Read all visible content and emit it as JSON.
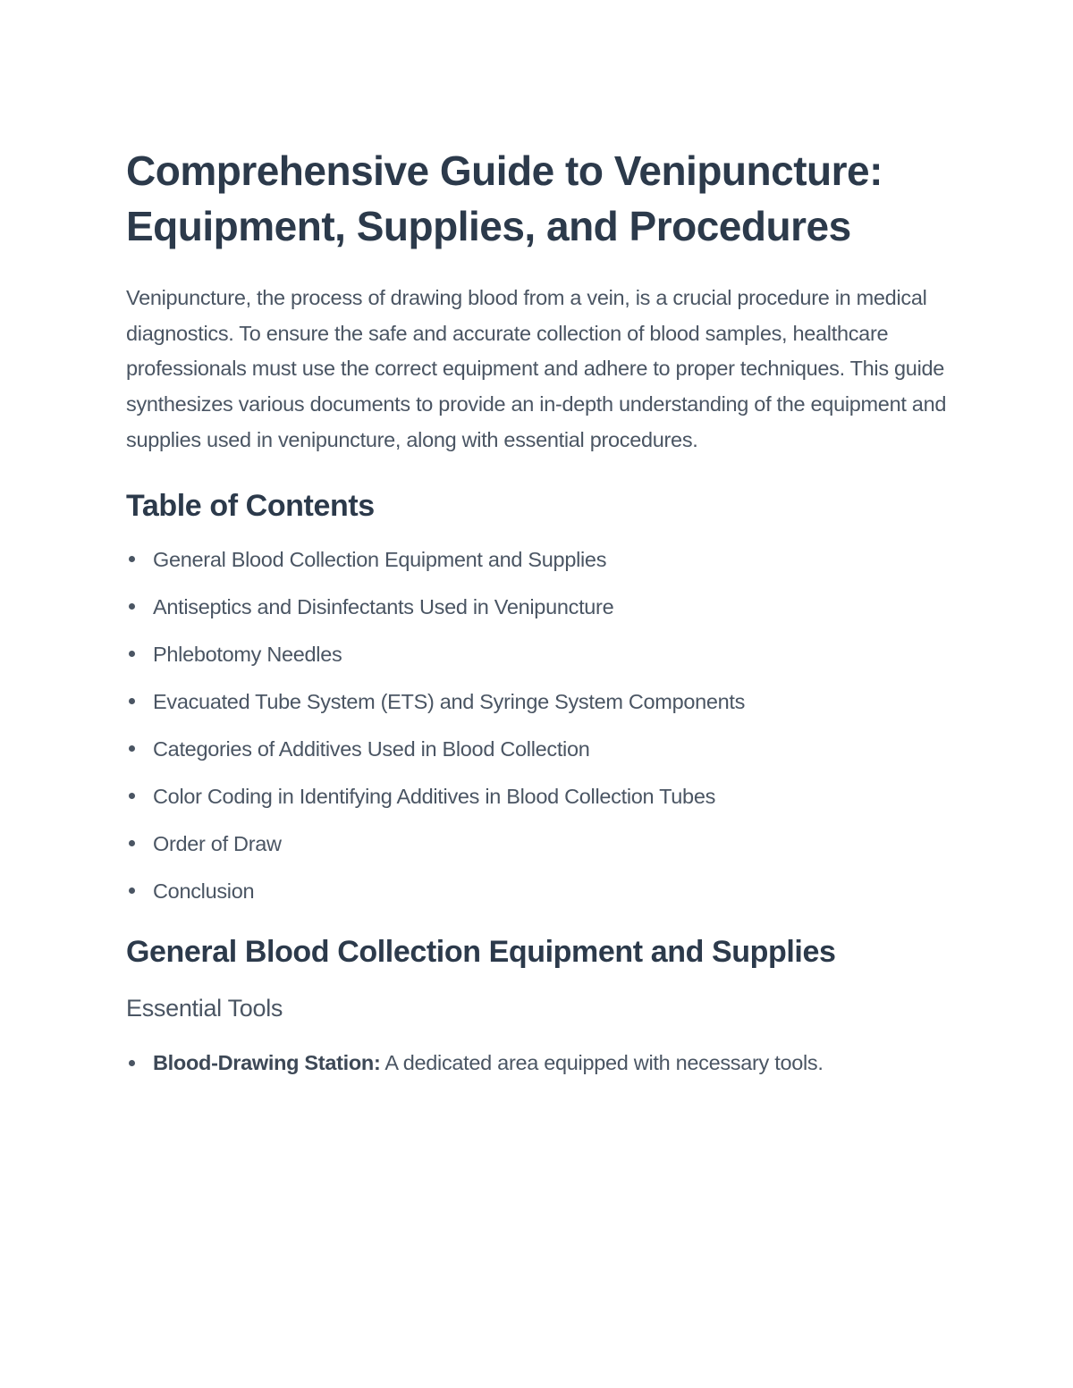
{
  "document": {
    "title_line1": "Comprehensive Guide to Venipuncture:",
    "title_line2": "Equipment, Supplies, and Procedures",
    "intro": "Venipuncture, the process of drawing blood from a vein, is a crucial procedure in medical diagnostics. To ensure the safe and accurate collection of blood samples, healthcare professionals must use the correct equipment and adhere to proper techniques. This guide synthesizes various documents to provide an in-depth understanding of the equipment and supplies used in venipuncture, along with essential procedures.",
    "toc": {
      "heading": "Table of Contents",
      "items": [
        "General Blood Collection Equipment and Supplies",
        "Antiseptics and Disinfectants Used in Venipuncture",
        "Phlebotomy Needles",
        "Evacuated Tube System (ETS) and Syringe System Components",
        "Categories of Additives Used in Blood Collection",
        "Color Coding in Identifying Additives in Blood Collection Tubes",
        "Order of Draw",
        "Conclusion"
      ]
    },
    "section1": {
      "heading": "General Blood Collection Equipment and Supplies",
      "subheading": "Essential Tools",
      "items": [
        {
          "term": "Blood-Drawing Station:",
          "desc": " A dedicated area equipped with necessary tools."
        }
      ]
    }
  }
}
